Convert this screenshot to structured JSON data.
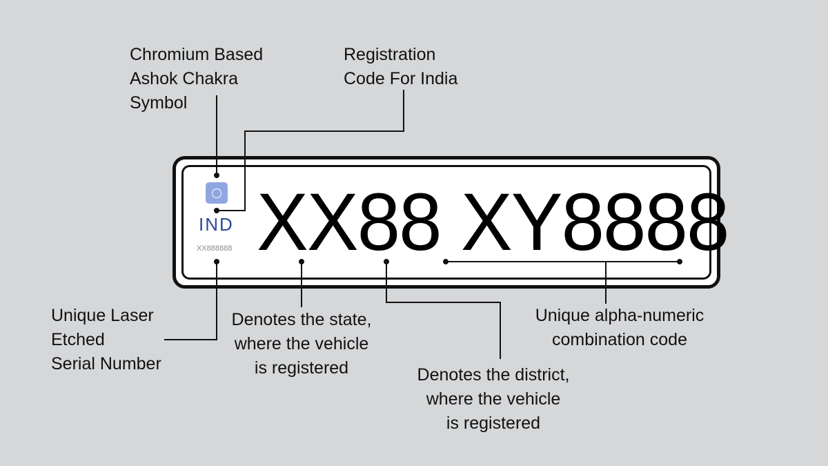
{
  "plate": {
    "number": "XX88 XY8888",
    "country_code": "IND",
    "serial": "XX888888"
  },
  "labels": {
    "chakra": [
      "Chromium Based",
      "Ashok Chakra",
      "Symbol"
    ],
    "registration": [
      "Registration",
      "Code For India"
    ],
    "laser": [
      "Unique Laser",
      "Etched",
      "Serial Number"
    ],
    "state": [
      "Denotes the state,",
      "where the vehicle",
      "is registered"
    ],
    "district": [
      "Denotes the district,",
      "where the vehicle",
      "is registered"
    ],
    "combo": [
      "Unique alpha-numeric",
      "combination code"
    ]
  },
  "colors": {
    "background": "#d6d7d9",
    "ind_text": "#2a4a9a",
    "chakra": "#8fa6e0"
  }
}
